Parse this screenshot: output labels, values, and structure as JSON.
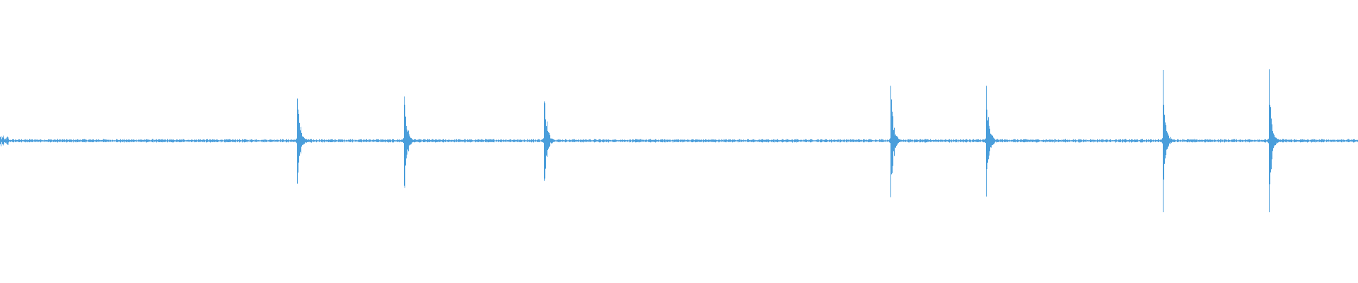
{
  "waveform": {
    "color": "#4a9edb",
    "baseline_amplitude": 0.02,
    "transients": [
      {
        "time": 0.2187,
        "peak_up": 0.59,
        "peak_down": 0.6
      },
      {
        "time": 0.2973,
        "peak_up": 0.62,
        "peak_down": 0.63
      },
      {
        "time": 0.4005,
        "peak_up": 0.55,
        "peak_down": 0.56
      },
      {
        "time": 0.6555,
        "peak_up": 0.77,
        "peak_down": 0.79
      },
      {
        "time": 0.7263,
        "peak_up": 0.77,
        "peak_down": 0.78
      },
      {
        "time": 0.8565,
        "peak_up": 0.99,
        "peak_down": 1.0
      },
      {
        "time": 0.9344,
        "peak_up": 1.0,
        "peak_down": 1.0
      }
    ]
  }
}
